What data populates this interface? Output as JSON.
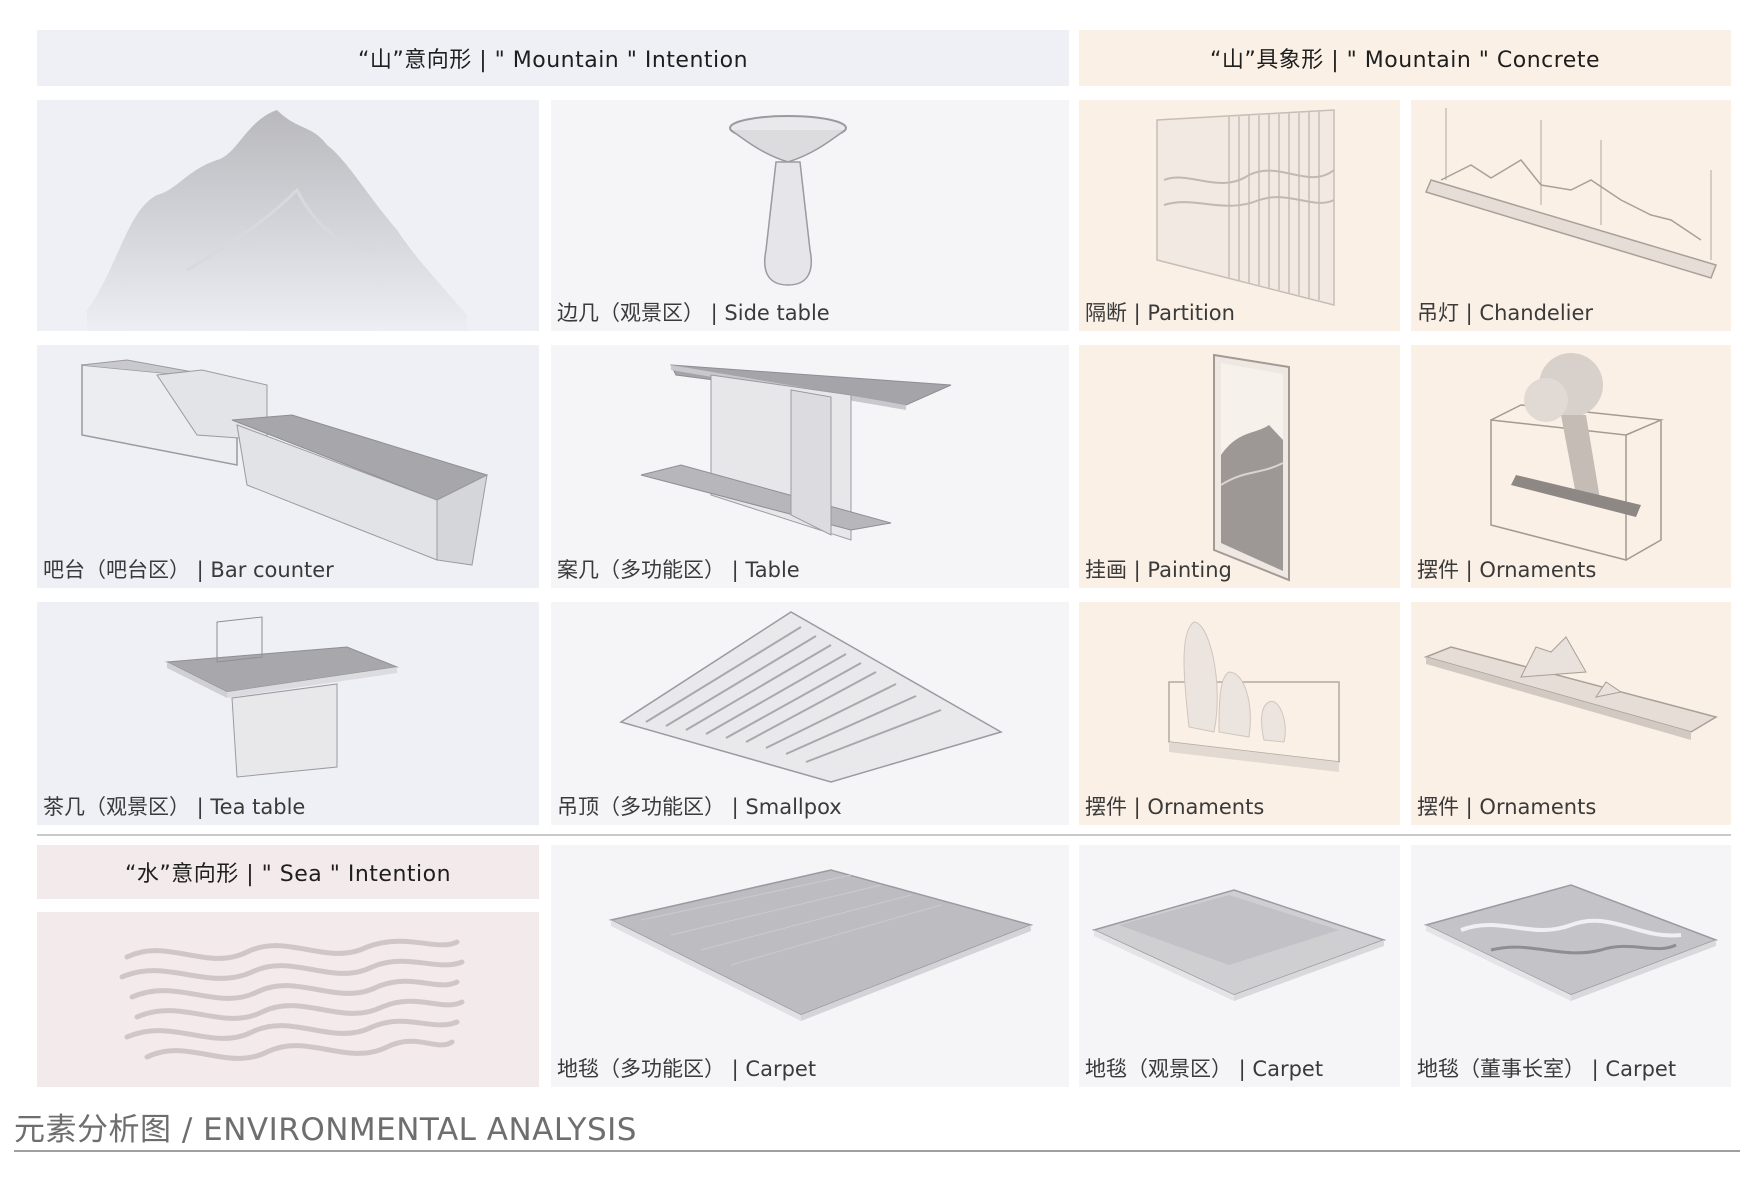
{
  "headers": {
    "mountain_intention": "“山”意向形 | \" Mountain \" Intention",
    "mountain_concrete": "“山”具象形 | \" Mountain \" Concrete",
    "sea_intention": "“水”意向形 | \" Sea \" Intention"
  },
  "cells": {
    "side_table": "边几（观景区） | Side table",
    "partition": "隔断 | Partition",
    "chandelier": "吊灯 | Chandelier",
    "bar_counter": "吧台（吧台区） | Bar counter",
    "table": "案几（多功能区） | Table",
    "painting": "挂画 | Painting",
    "ornaments_1": "摆件 | Ornaments",
    "tea_table": "茶几（观景区） | Tea table",
    "smallpox": "吊顶（多功能区） | Smallpox",
    "ornaments_2": "摆件 | Ornaments",
    "ornaments_3": "摆件 | Ornaments",
    "carpet_1": "地毯（多功能区） | Carpet",
    "carpet_2": "地毯（观景区） | Carpet",
    "carpet_3": "地毯（董事长室） | Carpet"
  },
  "footer": {
    "title": "元素分析图 / ENVIRONMENTAL ANALYSIS"
  },
  "colors": {
    "cool_bg": "#eff0f5",
    "warm_bg": "#fbf0e6",
    "pink_bg": "#f3ebeb",
    "divider": "#b9b9b9"
  }
}
